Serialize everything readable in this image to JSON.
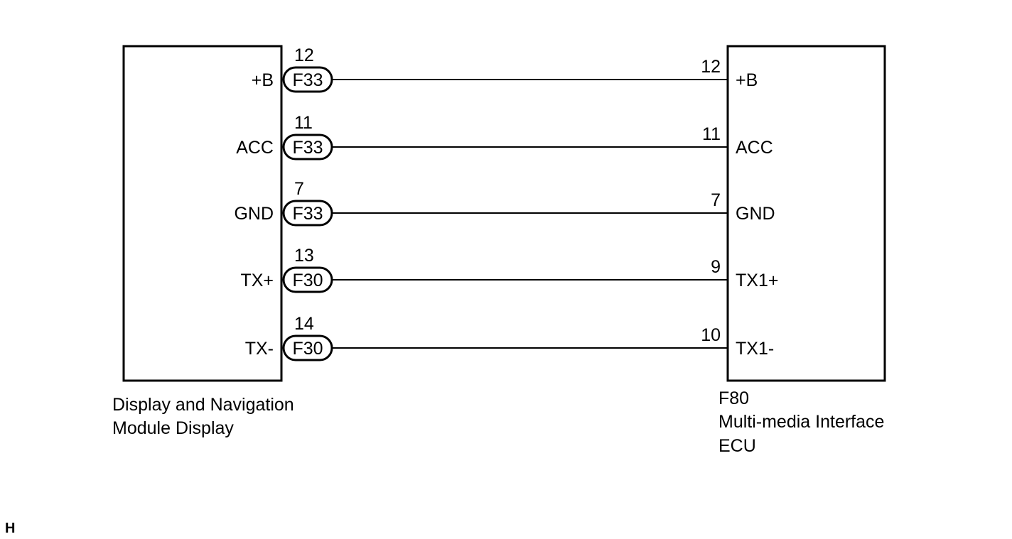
{
  "left_module": {
    "caption_line1": "Display and Navigation",
    "caption_line2": "Module Display"
  },
  "right_module": {
    "connector_id": "F80",
    "caption_line1": "Multi-media Interface",
    "caption_line2": "ECU"
  },
  "wires": [
    {
      "left_label": "+B",
      "left_pin": "12",
      "connector": "F33",
      "right_pin": "12",
      "right_label": "+B"
    },
    {
      "left_label": "ACC",
      "left_pin": "11",
      "connector": "F33",
      "right_pin": "11",
      "right_label": "ACC"
    },
    {
      "left_label": "GND",
      "left_pin": "7",
      "connector": "F33",
      "right_pin": "7",
      "right_label": "GND"
    },
    {
      "left_label": "TX+",
      "left_pin": "13",
      "connector": "F30",
      "right_pin": "9",
      "right_label": "TX1+"
    },
    {
      "left_label": "TX-",
      "left_pin": "14",
      "connector": "F30",
      "right_pin": "10",
      "right_label": "TX1-"
    }
  ],
  "corner_mark": "H"
}
